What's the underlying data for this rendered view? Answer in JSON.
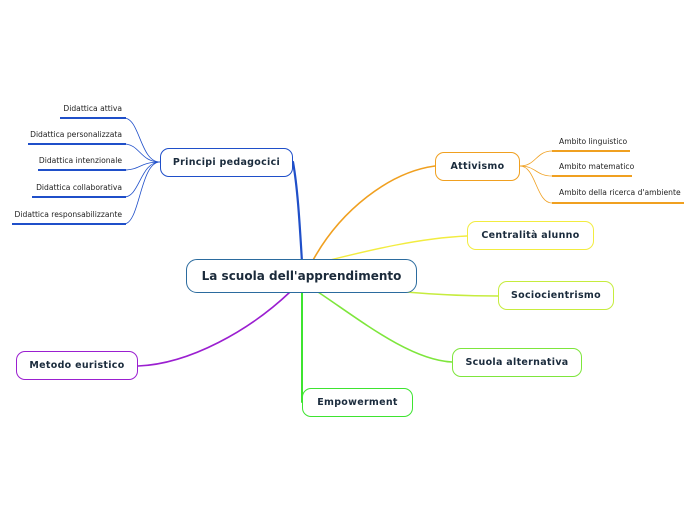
{
  "diagram": {
    "central": {
      "label": "La scuola dell'apprendimento",
      "color": "#2b6b9e"
    },
    "branches": {
      "principi": {
        "label": "Principi pedagocici",
        "color": "#1f4fc9",
        "leaf_color": "#1f4fc9",
        "leaves": [
          "Didattica attiva",
          "Didattica personalizzata",
          "Didattica intenzionale",
          "Didattica collaborativa",
          "Didattica responsabilizzante"
        ]
      },
      "attivismo": {
        "label": "Attivismo",
        "color": "#f0a020",
        "leaf_color": "#f0a020",
        "leaves": [
          "Ambito linguistico",
          "Ambito matematico",
          "Ambito della ricerca d'ambiente"
        ]
      },
      "centralita": {
        "label": "Centralità alunno",
        "color": "#f2ec40"
      },
      "socio": {
        "label": "Sociocientrismo",
        "color": "#c6ec3e"
      },
      "scuola": {
        "label": "Scuola alternativa",
        "color": "#7ee63c"
      },
      "empower": {
        "label": "Empowerment",
        "color": "#3ee430"
      },
      "metodo": {
        "label": "Metodo euristico",
        "color": "#9b1fd0"
      }
    }
  }
}
